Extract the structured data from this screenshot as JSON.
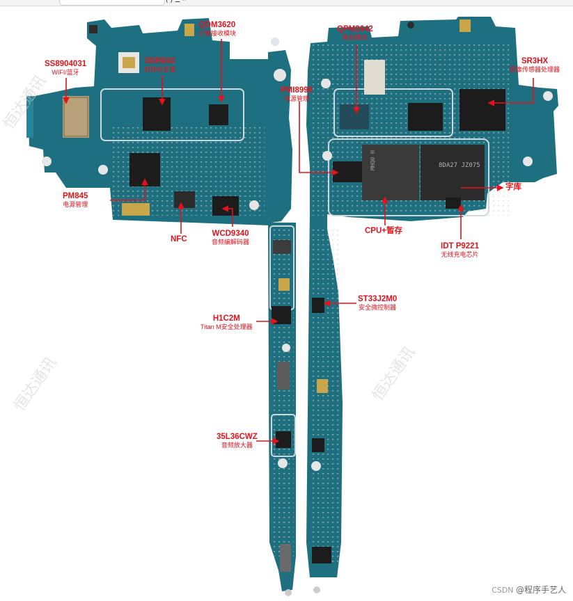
{
  "topbar": {
    "glyphs": "(  ) ☰ ··"
  },
  "labels": [
    {
      "id": "qdm3620",
      "part": "QDM3620",
      "desc": "分集接收模块"
    },
    {
      "id": "sdr845",
      "part": "SDR845",
      "desc": "射频收发器"
    },
    {
      "id": "ss8904031",
      "part": "SS8904031",
      "desc": "WIFI/蓝牙"
    },
    {
      "id": "pm845",
      "part": "PM845",
      "desc": "电源管理"
    },
    {
      "id": "nfc",
      "part": "NFC",
      "desc": ""
    },
    {
      "id": "wcd9340",
      "part": "WCD9340",
      "desc": "音频编解码器"
    },
    {
      "id": "h1c2m",
      "part": "H1C2M",
      "desc": "Titan M安全处理器"
    },
    {
      "id": "35l36cwz",
      "part": "35L36CWZ",
      "desc": "音频放大器"
    },
    {
      "id": "qpm2642",
      "part": "QPM2642",
      "desc": "集成模块"
    },
    {
      "id": "pmi8998",
      "part": "PMI8998",
      "desc": "电源管理"
    },
    {
      "id": "sr3hx",
      "part": "SR3HX",
      "desc": "图像传感器处理器"
    },
    {
      "id": "ziku",
      "part": "字库",
      "desc": ""
    },
    {
      "id": "cpu",
      "part": "CPU+暂存",
      "desc": ""
    },
    {
      "id": "idt",
      "part": "IDT P9221",
      "desc": "无线充电芯片"
    },
    {
      "id": "st33",
      "part": "ST33J2M0",
      "desc": "安全微控制器"
    }
  ],
  "chip_text": {
    "cpu_marking": "MHQ0 H",
    "flash_marking": "8DA27 JZ075"
  },
  "watermark": "恒达通讯",
  "footer": {
    "csdn": "CSDN",
    "author": "@程序手艺人"
  },
  "colors": {
    "board": "#1e6f7f",
    "board_dark": "#124f5c",
    "chip": "#1c1c1c",
    "gold": "#c9a64a",
    "label": "#e3121b"
  }
}
